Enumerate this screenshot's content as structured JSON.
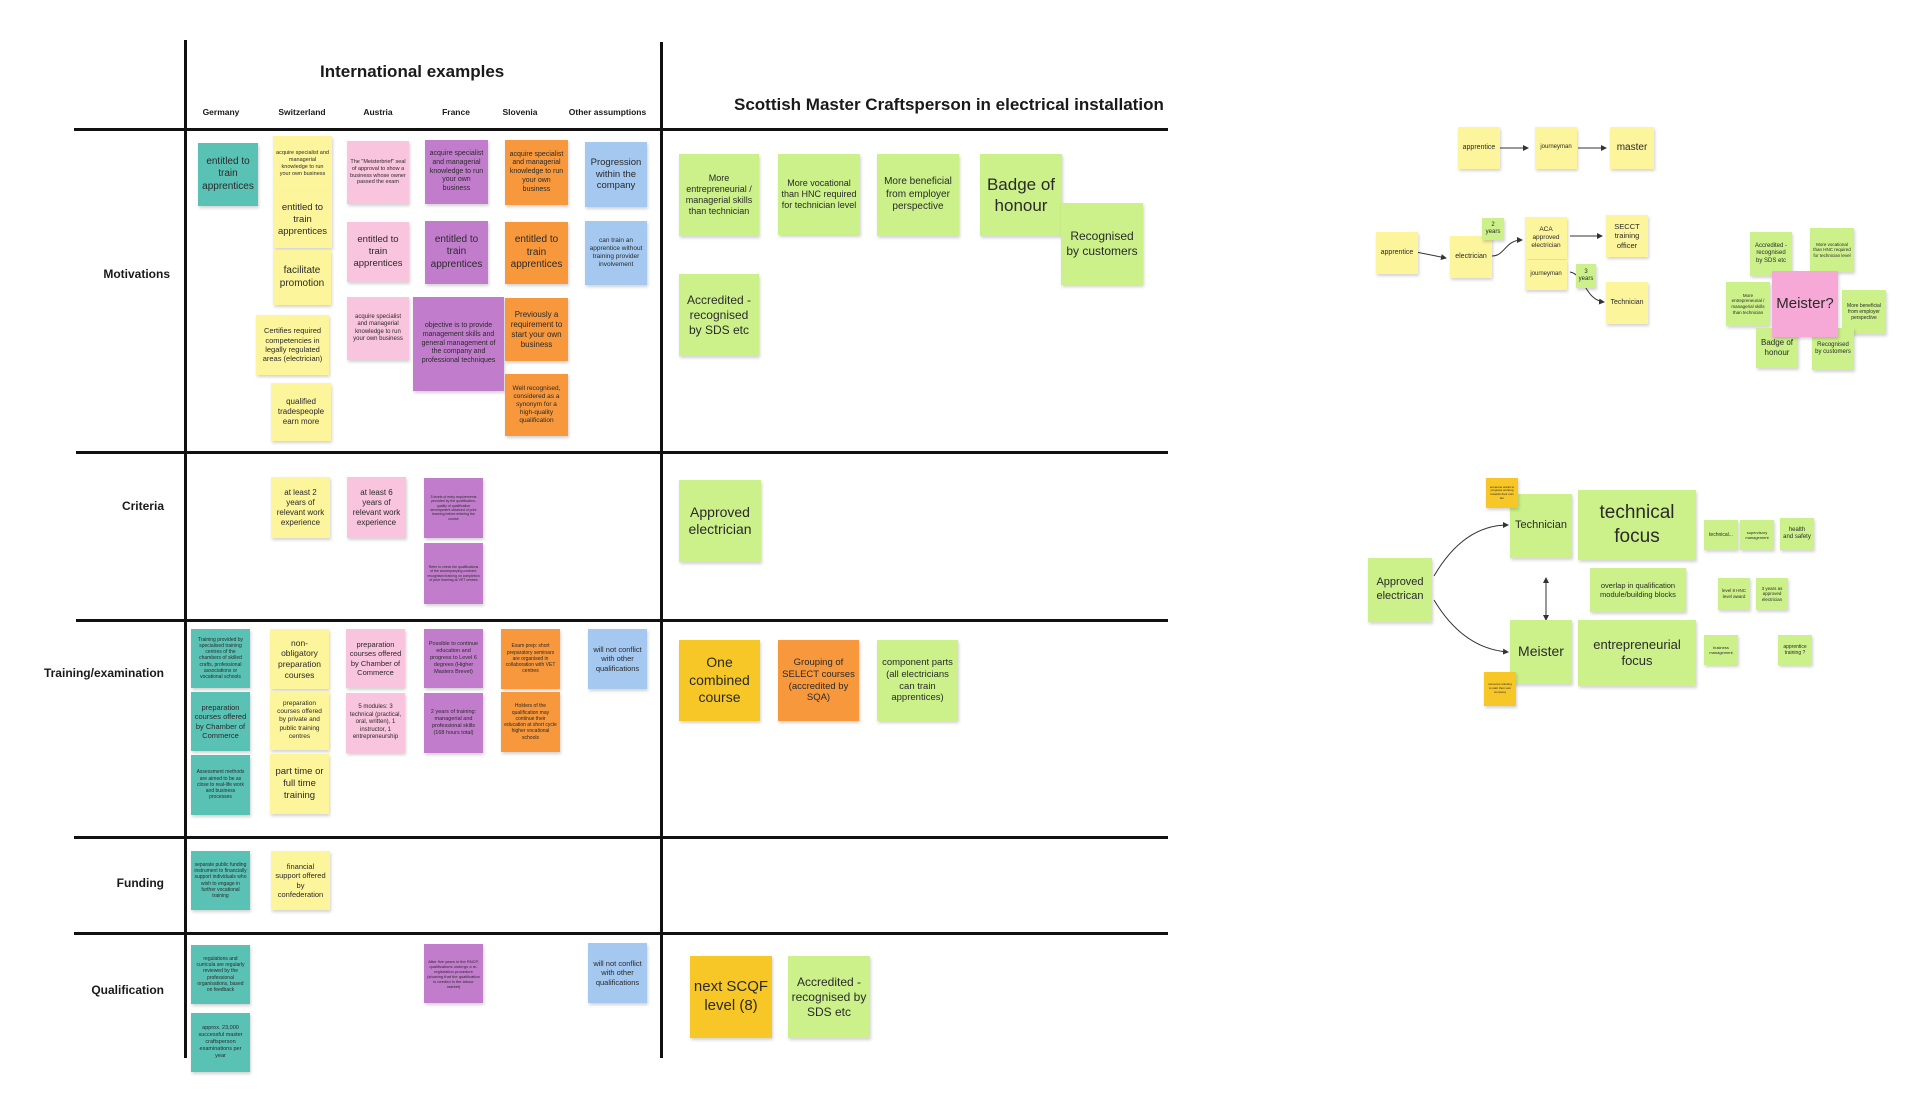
{
  "board": {
    "intl_title": "International examples",
    "scot_title": "Scottish Master Craftsperson in electrical installation",
    "countries": [
      "Germany",
      "Switzerland",
      "Austria",
      "France",
      "Slovenia",
      "Other assumptions"
    ],
    "rows": [
      "Motivations",
      "Criteria",
      "Training/examination",
      "Funding",
      "Qualification"
    ]
  },
  "notes": {
    "m_de_1": "entitled to train apprentices",
    "m_ch_1": "acquire specialist and managerial knowledge to run your own business",
    "m_ch_2": "entitled to train apprentices",
    "m_ch_3": "facilitate promotion",
    "m_ch_4": "Certifies required competencies in legally regulated areas (electrician)",
    "m_ch_5": "qualified tradespeople earn more",
    "m_at_1": "The \"Meisterbrief\" seal of approval to show a business whose owner passed the exam",
    "m_at_2": "entitled to train apprentices",
    "m_at_3": "acquire specialist and managerial knowledge to run your own business",
    "m_fr_1": "acquire specialist and managerial knowledge to run your own business",
    "m_fr_2": "entitled to train apprentices",
    "m_fr_3": "objective is to provide management skills and general management of the company and professional techniques",
    "m_si_1": "acquire specialist and managerial knowledge to run your own business",
    "m_si_2": "entitled to train apprentices",
    "m_si_3": "Previously a requirement to start your own business",
    "m_si_4": "Well recognised, considered as a synonym for a high-quality qualification",
    "m_ot_1": "Progression within the company",
    "m_ot_2": "can train an apprentice without training provider involvement",
    "c_ch_1": "at least 2 years of relevant work experience",
    "c_at_1": "at least 6 years of relevant work experience",
    "c_fr_1": "3 levels of entry requirements provided by the qualification; quality of qualification development obtained of prior learning before entering the course",
    "c_fr_2": "Refer to check the qualifications of the accompanying contract; recognised training on completion of prior learning at VET centres",
    "t_de_1": "Training provided by specialised training centres of the chambers of skilled crafts, professional associations or vocational schools",
    "t_de_2": "preparation courses offered by Chamber of Commerce",
    "t_de_3": "Assessment methods are aimed to be as close to real-life work and business processes",
    "t_ch_1": "non-obligatory preparation courses",
    "t_ch_2": "preparation courses offered by private and public training centres",
    "t_ch_3": "part time or full time training",
    "t_at_1": "preparation courses offered by Chamber of Commerce",
    "t_at_2": "5 modules: 3 technical (practical, oral, written), 1 instructor, 1 entrepreneurship",
    "t_fr_1": "Possible to continue education and progress to Level 6 degrees (Higher Masters Brevet)",
    "t_fr_2": "2 years of training: managerial and professional skills (168 hours total)",
    "t_si_1": "Exam prep: short preparatory seminars are organised in collaboration with VET centres",
    "t_si_2": "Holders of the qualification may continue their education at short cycle higher vocational schools",
    "t_ot_1": "will not conflict with other qualifications",
    "f_de_1": "separate public funding instrument to financially support individuals who wish to engage in further vocational training",
    "f_ch_1": "financial support offered by confederation",
    "q_de_1": "regulations and curricula are regularly reviewed by the professional organisations, based on feedback",
    "q_de_2": "approx. 23,000 successful master craftsperson examinations per year",
    "q_fr_1": "After five years in the RNCP, qualifications undergo a re-registration procedure (showing that the qualification is needed in the labour market)",
    "q_ot_1": "will not conflict with other qualifications",
    "s_m_1": "More entrepreneurial / managerial skills than technician",
    "s_m_2": "More vocational than HNC required for technician level",
    "s_m_3": "More beneficial from employer perspective",
    "s_m_4": "Badge of honour",
    "s_m_5": "Recognised by customers",
    "s_m_6": "Accredited - recognised by SDS etc",
    "s_c_1": "Approved electrician",
    "s_t_1": "One combined course",
    "s_t_2": "Grouping of SELECT courses (accredited by SQA)",
    "s_t_3": "component parts (all electricians can train apprentices)",
    "s_q_1": "next SCQF level (8)",
    "s_q_2": "Accredited - recognised by SDS etc"
  },
  "right": {
    "p1_apprentice": "apprentice",
    "p1_journeyman": "journeyman",
    "p1_master": "master",
    "p2_apprentice": "apprentice",
    "p2_electrician": "electrician",
    "p2_2years": "2 years",
    "p2_aca": "ACA approved electrician",
    "p2_journeyman": "journeyman",
    "p2_3years": "3 years",
    "p2_technician": "Technician",
    "p2_secct": "SECCT training officer",
    "c_meister": "Meister?",
    "c_accr": "Accredited - recognised by SDS etc",
    "c_voc": "More vocational than HNC required for technician level",
    "c_ent": "More entrepreneurial / managerial skills than technician",
    "c_ben": "More beneficial from employer perspective",
    "c_badge": "Badge of honour",
    "c_recog": "Recognised by customers",
    "d_approved": "Approved electrican",
    "d_technician": "Technician",
    "d_meister": "Meister",
    "d_tech_focus": "technical focus",
    "d_ent_focus": "entrepreneurial focus",
    "d_overlap": "overlap in qualification module/building blocks",
    "d_technical": "technical...",
    "d_supervisory": "supervisory management",
    "d_health": "health and safety",
    "d_level": "level 8 HNC level award",
    "d_3years": "3 years as approved electrician",
    "d_business": "business management",
    "d_apprentice": "apprentice training ?",
    "d_gold1": "someone wants to progress working towards their own tier",
    "d_gold2": "someone wanting to start their own company"
  },
  "colors": {
    "teal": "#5ac2b5",
    "yellow": "#fdf59b",
    "pink": "#f9c4dd",
    "purple": "#c17dcc",
    "orange": "#f7983c",
    "blue": "#a4c8f0",
    "green": "#ccf18a",
    "gold": "#f7c728",
    "magenta": "#f6a9d6"
  }
}
